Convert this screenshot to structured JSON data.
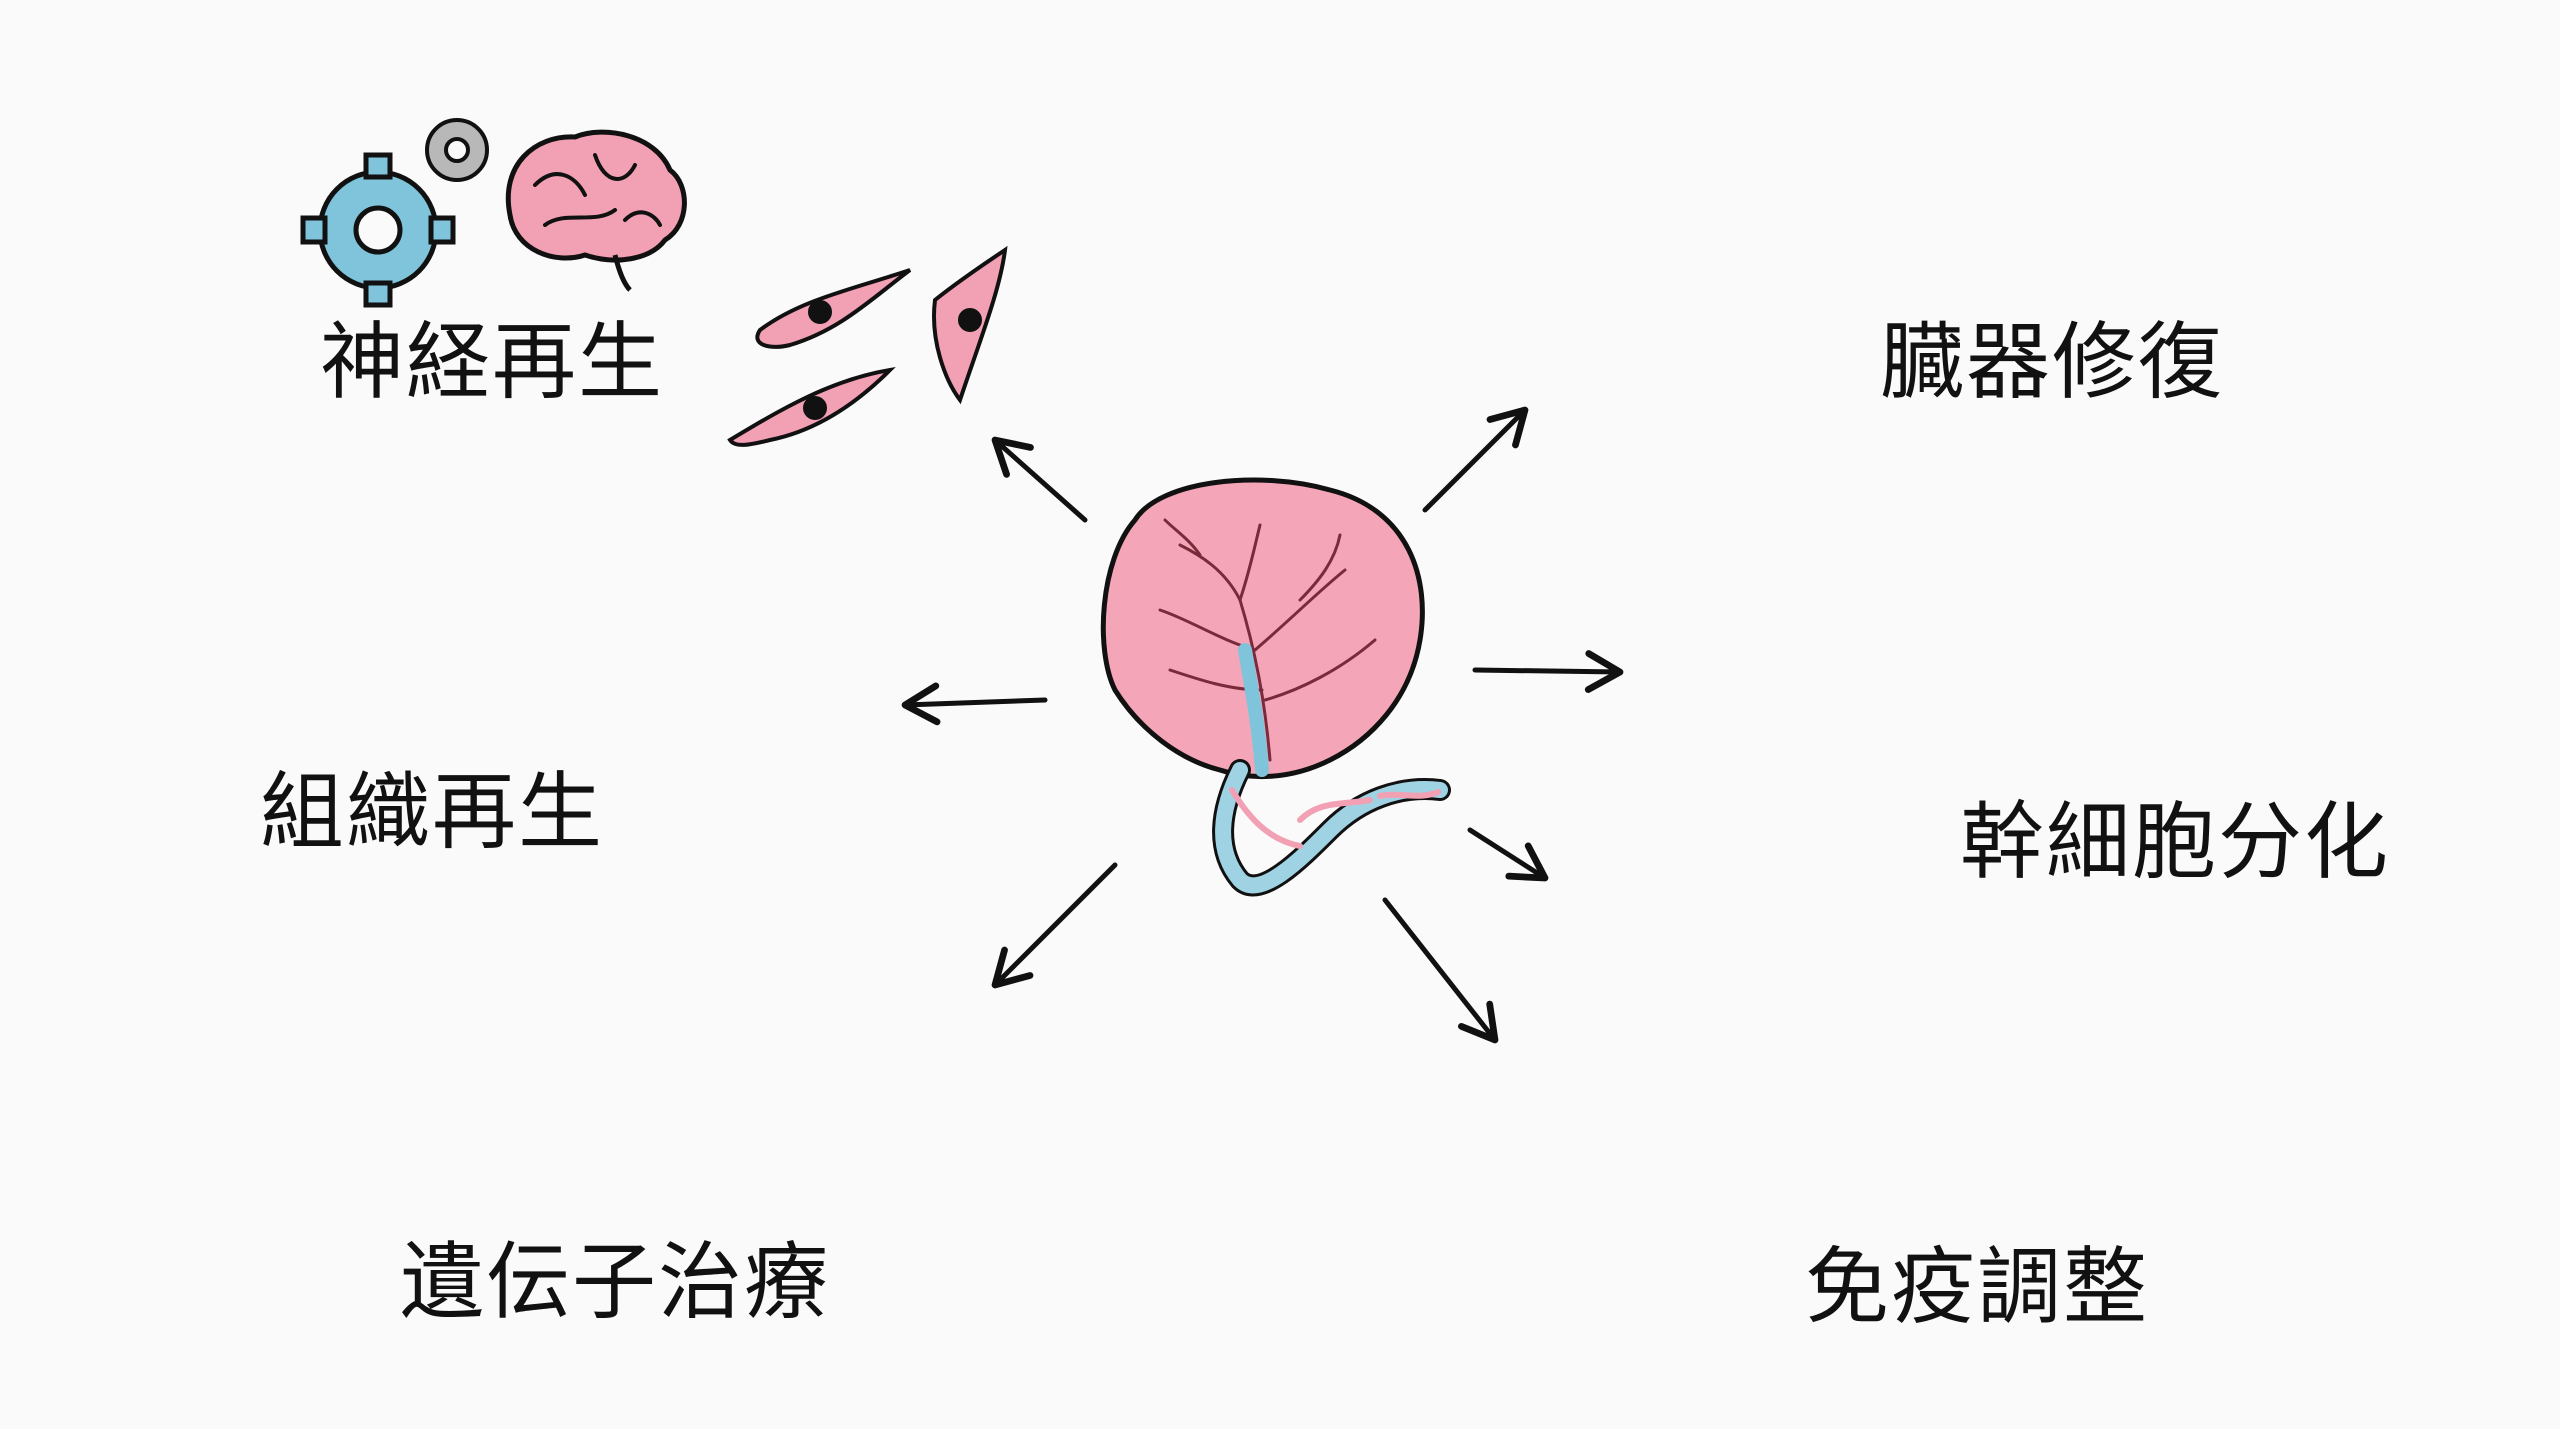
{
  "labels": {
    "neural": "神経再生",
    "organ": "臓器修復",
    "tissue": "組織再生",
    "stem": "幹細胞分化",
    "gene": "遺伝子治療",
    "immune": "免疫調整"
  },
  "colors": {
    "pink": "#f2a0b4",
    "blue": "#9fd3e3",
    "ink": "#111111",
    "background": "#fafafa"
  },
  "icons": [
    "gear-icon",
    "brain-icon",
    "broken-bone-icon",
    "heart-icon",
    "syringe-icon",
    "muscle-icon",
    "water-drop-icon",
    "sprout-icon",
    "dna-icon",
    "fist-icon",
    "shield-icon",
    "placenta-icon"
  ]
}
